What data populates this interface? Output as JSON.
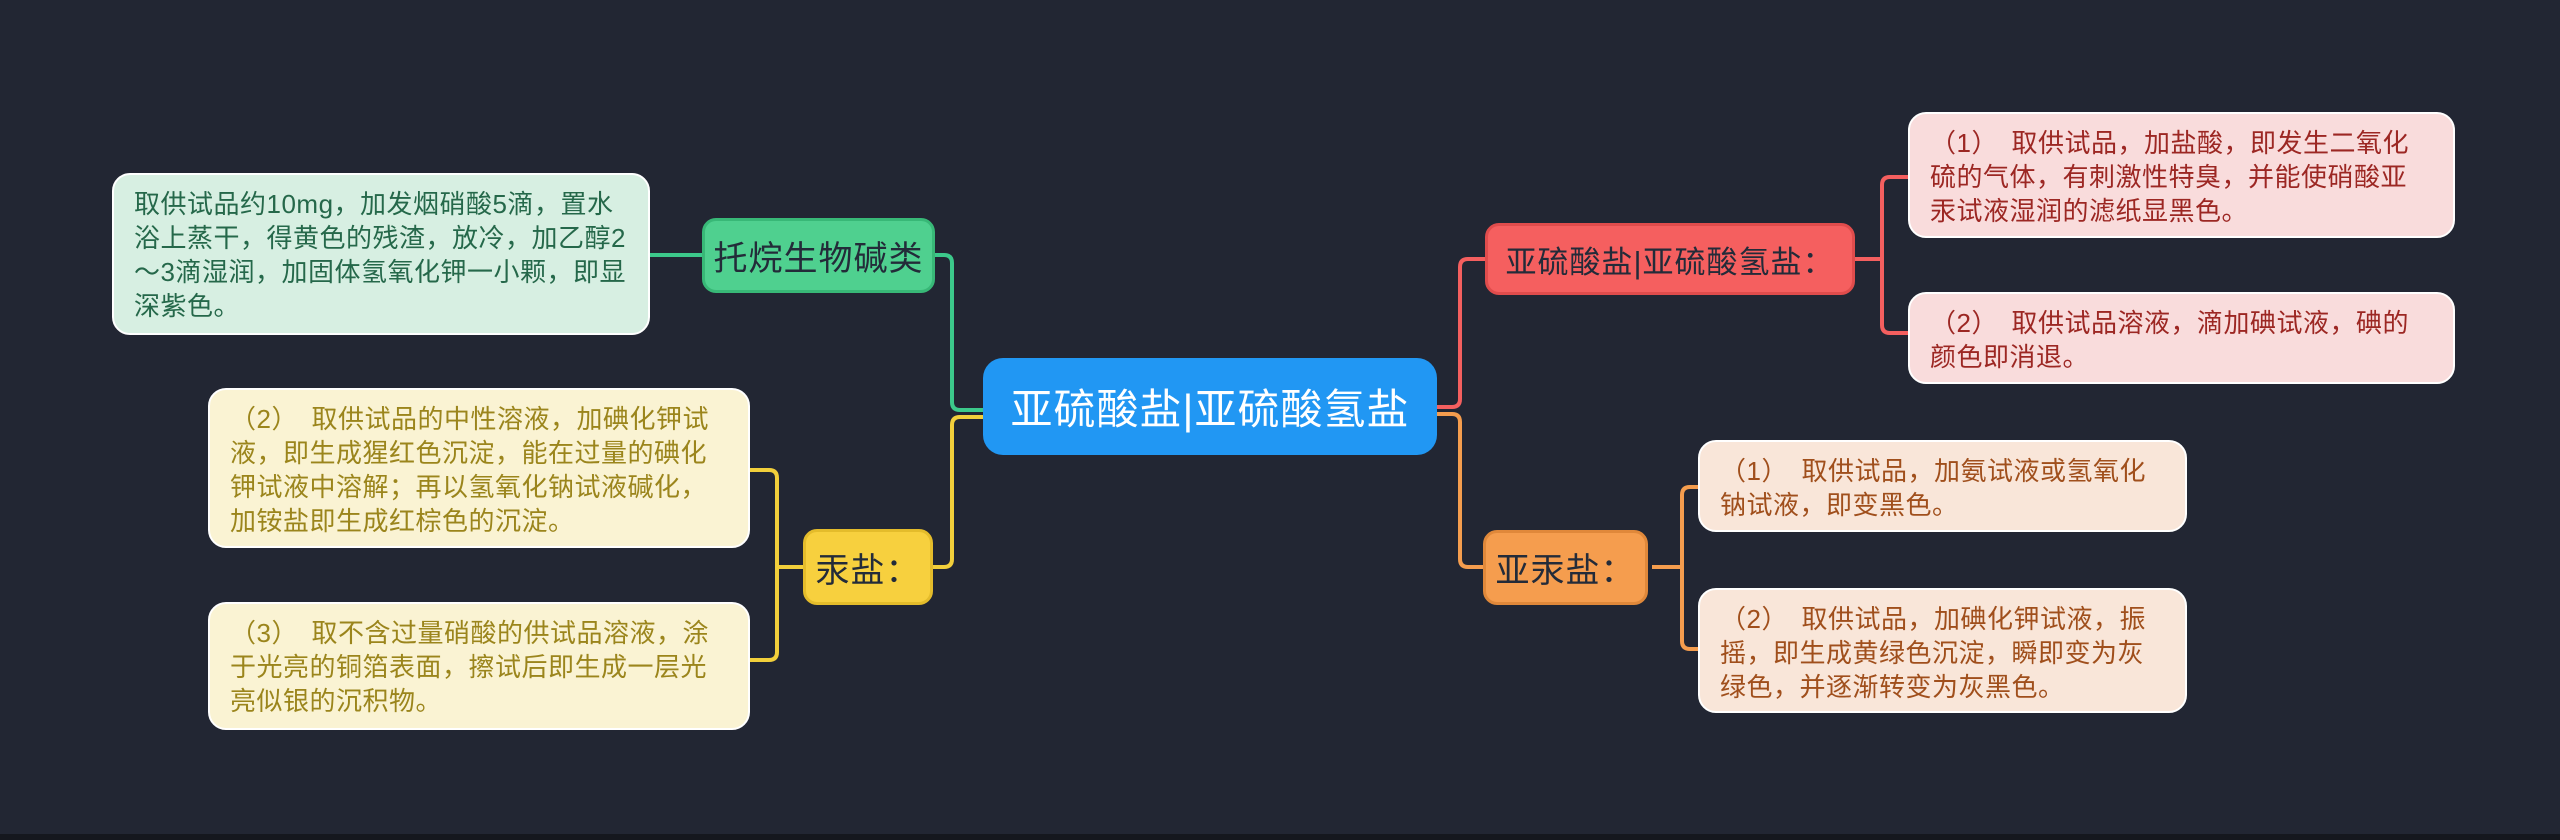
{
  "root": {
    "label": "亚硫酸盐|亚硫酸氢盐"
  },
  "left": {
    "tropane": {
      "label": "托烷生物碱类",
      "note": "取供试品约10mg，加发烟硝酸5滴，置水浴上蒸干，得黄色的残渣，放冷，加乙醇2～3滴湿润，加固体氢氧化钾一小颗，即显深紫色。"
    },
    "mercury_salt": {
      "label": "汞盐：",
      "notes": [
        "（2）　取供试品的中性溶液，加碘化钾试液，即生成猩红色沉淀，能在过量的碘化钾试液中溶解；再以氢氧化钠试液碱化，加铵盐即生成红棕色的沉淀。",
        "（3）　取不含过量硝酸的供试品溶液，涂于光亮的铜箔表面，擦试后即生成一层光亮似银的沉积物。"
      ]
    }
  },
  "right": {
    "sulfite": {
      "label": "亚硫酸盐|亚硫酸氢盐：",
      "notes": [
        "（1）　取供试品，加盐酸，即发生二氧化硫的气体，有刺激性特臭，并能使硝酸亚汞试液湿润的滤纸显黑色。",
        "（2）　取供试品溶液，滴加碘试液，碘的颜色即消退。"
      ]
    },
    "mercurous_salt": {
      "label": "亚汞盐：",
      "notes": [
        "（1）　取供试品，加氨试液或氢氧化钠试液，即变黑色。",
        "（2）　取供试品，加碘化钾试液，振摇，即生成黄绿色沉淀，瞬即变为灰绿色，并逐渐转变为灰黑色。"
      ]
    }
  },
  "colors": {
    "background": "#222633",
    "bottom_strip": "#15171e",
    "root_fill": "#2197f3",
    "root_text": "#ffffff",
    "node_text": "#232b39",
    "green_fill": "#4fd08f",
    "green_border": "#38b877",
    "green_line": "#3cc98b",
    "green_note_fill": "#d7efe2",
    "green_note_text": "#25684a",
    "yellow_fill": "#f7d03e",
    "yellow_border": "#e4bc2b",
    "yellow_line": "#f2cf3b",
    "cream_fill": "#faf3d3",
    "cream_text": "#9b851c",
    "red_fill": "#f55f5f",
    "red_border": "#e04c4c",
    "red_line": "#f45f5f",
    "pink_fill": "#f9dcdc",
    "pink_text": "#9c2723",
    "orange_fill": "#f59d4e",
    "orange_border": "#e0883a",
    "orange_line": "#f59d4e",
    "peach_fill": "#f9e6d9",
    "peach_text": "#a04f1c"
  }
}
